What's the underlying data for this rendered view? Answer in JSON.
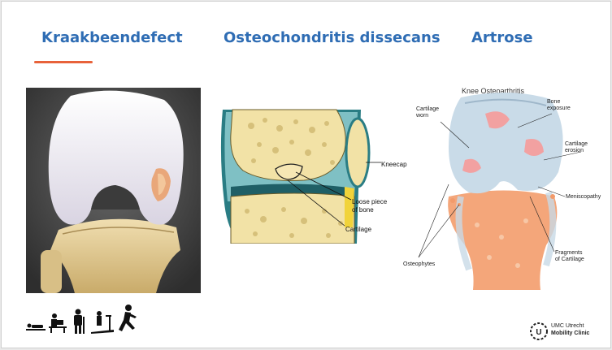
{
  "tabs": {
    "kraakbeendefect": "Kraakbeendefect",
    "osteochondritis": "Osteochondritis dissecans",
    "artrose": "Artrose"
  },
  "accent_color": "#e8623a",
  "heading_color": "#2f6db4",
  "diagram_ocd": {
    "kneecap": "Kneecap",
    "loose_piece_line1": "Loose piece",
    "loose_piece_line2": "of bone",
    "cartilage": "Cartilage"
  },
  "diagram_oa": {
    "title": "Knee Osteoarthritis",
    "cartilage_worn_line1": "Cartilage",
    "cartilage_worn_line2": "worn",
    "bone_exposure_line1": "Bone",
    "bone_exposure_line2": "exposure",
    "cartilage_erosion_line1": "Cartilage",
    "cartilage_erosion_line2": "erosion",
    "meniscopathy": "Meniscopathy",
    "fragments_line1": "Fragments",
    "fragments_line2": "of Cartilage",
    "osteophytes": "Osteophytes"
  },
  "footer": {
    "activity_icons": [
      "lying-figure-icon",
      "desk-worker-icon",
      "walker-figure-icon",
      "treadmill-icon",
      "runner-icon"
    ],
    "logo_line1": "UMC Utrecht",
    "logo_line2": "Mobility Clinic"
  }
}
